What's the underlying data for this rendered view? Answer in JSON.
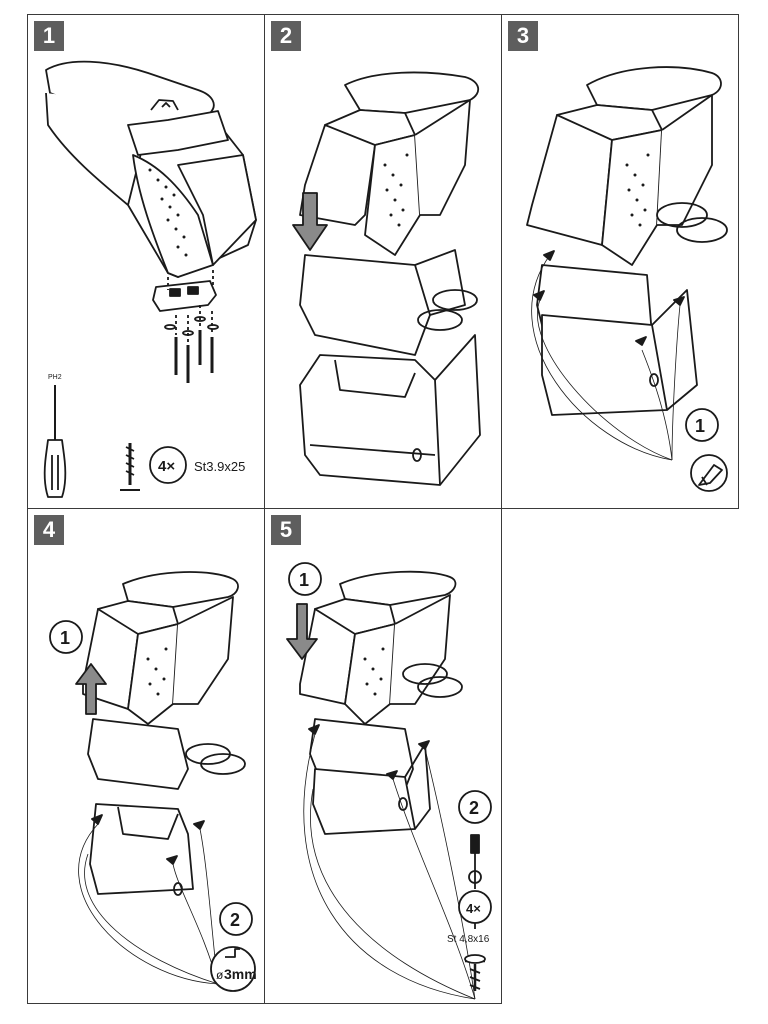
{
  "steps": [
    {
      "number": "1"
    },
    {
      "number": "2"
    },
    {
      "number": "3"
    },
    {
      "number": "4"
    },
    {
      "number": "5"
    }
  ],
  "step1": {
    "tool_label": "PH2",
    "screw_count": "4×",
    "screw_spec": "St3.9x25"
  },
  "step3": {
    "substep": "1"
  },
  "step4": {
    "substep_a": "1",
    "substep_b": "2",
    "wrench_size": "3mm",
    "wrench_prefix": "ø"
  },
  "step5": {
    "substep_a": "1",
    "substep_b": "2",
    "screw_count": "4×",
    "screw_spec": "St 4,8x16"
  },
  "colors": {
    "badge": "#5e5e5e",
    "line": "#1a1a1a",
    "border": "#3a3a3a"
  }
}
